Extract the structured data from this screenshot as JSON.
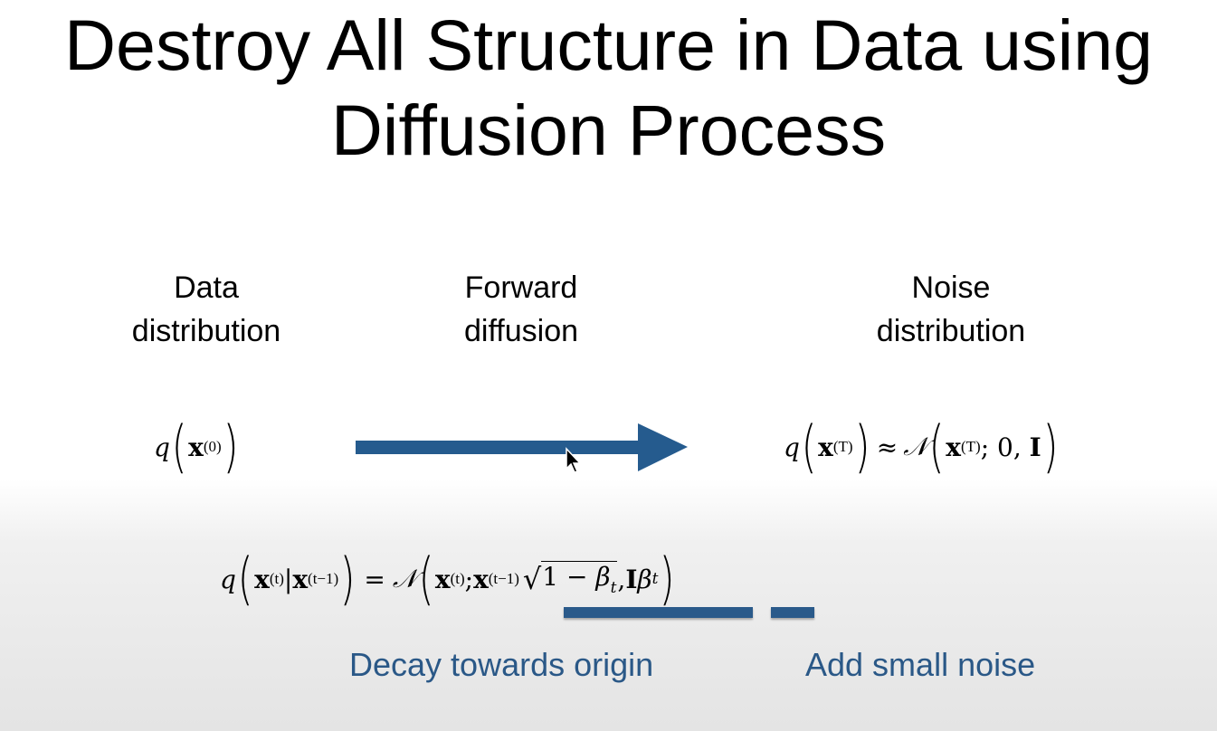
{
  "title": {
    "line1": "Destroy All Structure in Data using",
    "line2": "Diffusion Process"
  },
  "labels": {
    "data": {
      "line1": "Data",
      "line2": "distribution"
    },
    "forward": {
      "line1": "Forward",
      "line2": "diffusion"
    },
    "noise": {
      "line1": "Noise",
      "line2": "distribution"
    }
  },
  "formulas": {
    "data_dist": {
      "q": "q",
      "x": "x",
      "sup": "(0)"
    },
    "noise_dist": {
      "q": "q",
      "x": "x",
      "sup": "(T)",
      "approx": "≈",
      "N": "𝒩",
      "x2": "x",
      "sup2": "(T)",
      "rest": "; 0, ",
      "I": "I"
    },
    "transition": {
      "q": "q",
      "x": "x",
      "sup1": "(t)",
      "bar": "|",
      "x2": "x",
      "sup2": "(t−1)",
      "eq": "=",
      "N": "𝒩",
      "x3": "x",
      "sup3": "(t)",
      "semi": ";",
      "x4": "x",
      "sup4": "(t−1)",
      "root": "√",
      "one_minus": "1 − ",
      "beta": "β",
      "sub": "t",
      "comma": ",",
      "I": "I",
      "beta2": "β",
      "sub2": "t"
    }
  },
  "annotations": {
    "decay": "Decay towards origin",
    "noise": "Add small noise"
  },
  "colors": {
    "accent": "#2a5a8a"
  },
  "icons": {
    "arrow": "right-arrow-icon",
    "cursor": "mouse-cursor-icon"
  }
}
